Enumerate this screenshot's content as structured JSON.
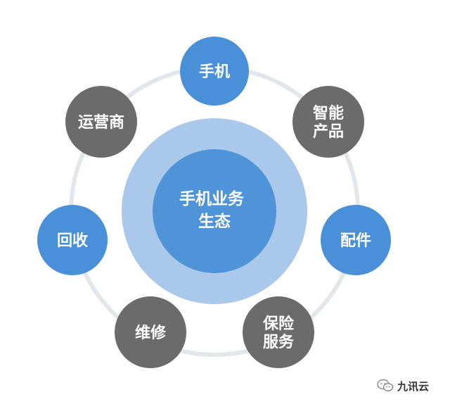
{
  "diagram": {
    "center": {
      "lines": [
        "手机业务",
        "生态"
      ]
    },
    "nodes": [
      {
        "id": "phone",
        "lines": [
          "手机"
        ],
        "tone": "blue"
      },
      {
        "id": "smart-products",
        "lines": [
          "智能",
          "产品"
        ],
        "tone": "gray"
      },
      {
        "id": "accessories",
        "lines": [
          "配件"
        ],
        "tone": "blue"
      },
      {
        "id": "insurance",
        "lines": [
          "保险",
          "服务"
        ],
        "tone": "gray"
      },
      {
        "id": "repair",
        "lines": [
          "维修"
        ],
        "tone": "gray"
      },
      {
        "id": "recycle",
        "lines": [
          "回收"
        ],
        "tone": "blue"
      },
      {
        "id": "carrier",
        "lines": [
          "运营商"
        ],
        "tone": "gray"
      }
    ],
    "colors": {
      "blue": "#4a90d9",
      "gray": "#6b6b6b",
      "ring": "#e3e6ea",
      "halo": "#a9c8ea",
      "core": "#4f94d8"
    }
  },
  "watermark": {
    "text": "九讯云",
    "icon": "wechat-icon"
  }
}
